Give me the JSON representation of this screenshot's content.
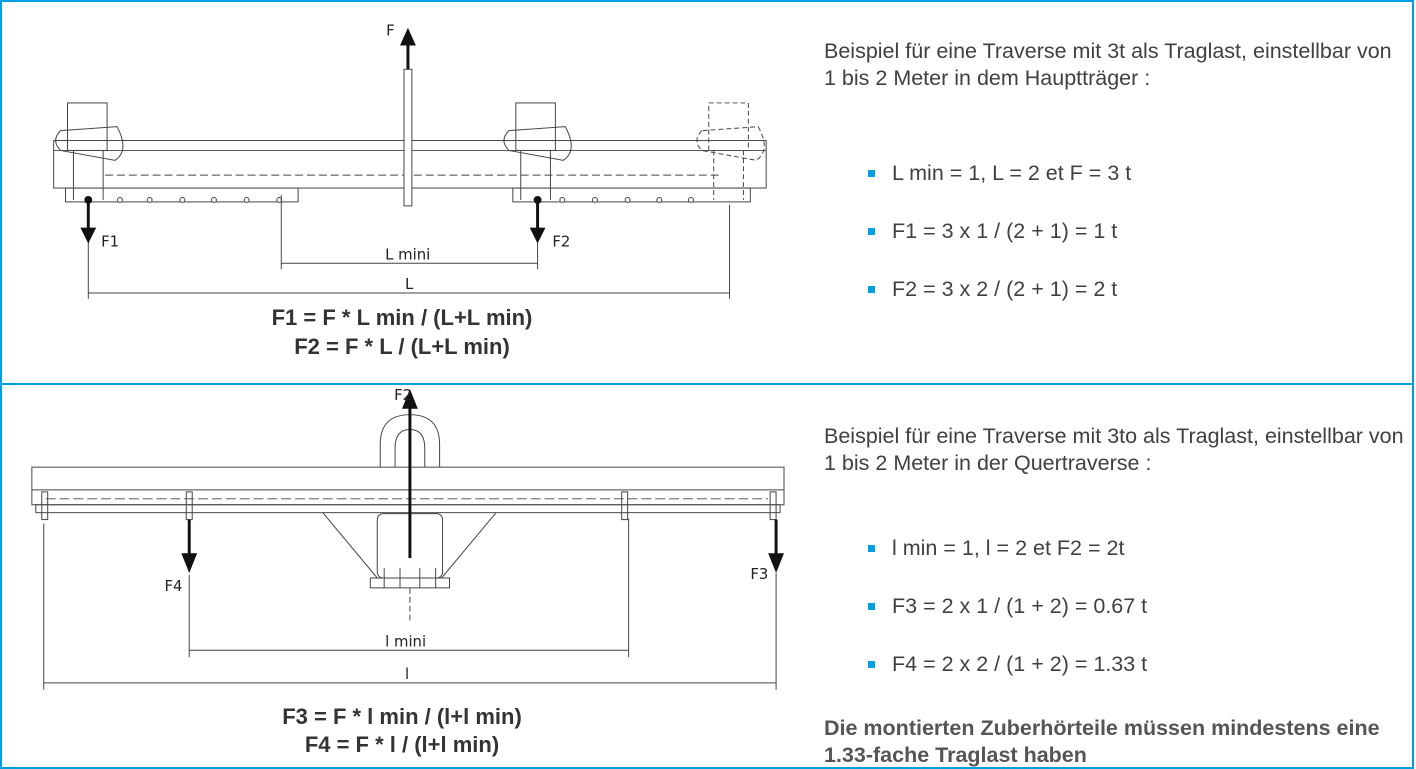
{
  "panel1": {
    "labels": {
      "force": "F",
      "f1": "F1",
      "f2": "F2",
      "lmini": "L mini",
      "l": "L"
    },
    "formula_line1": "F1 = F * L min / (L+L min)",
    "formula_line2": "F2 = F * L / (L+L min)",
    "description": "Beispiel für eine Traverse mit 3t als Traglast, einstellbar von 1 bis 2 Meter in dem Hauptträger :",
    "bullets": [
      "L min = 1, L = 2 et F = 3 t",
      "F1 = 3 x 1 / (2 + 1) = 1 t",
      "F2 = 3 x 2 / (2 + 1) = 2 t"
    ]
  },
  "panel2": {
    "labels": {
      "force": "F2",
      "f3": "F3",
      "f4": "F4",
      "lmini": "l mini",
      "l": "l"
    },
    "formula_line1": "F3 = F * l min / (l+l min)",
    "formula_line2": "F4 = F * l / (l+l min)",
    "description": "Beispiel für eine Traverse mit 3to als Traglast, einstellbar von 1 bis 2 Meter in der Quertraverse :",
    "bullets": [
      "l min = 1, l = 2 et F2 = 2t",
      "F3 = 2 x 1 / (1 + 2) = 0.67 t",
      "F4 = 2 x 2 / (1 + 2) = 1.33 t"
    ],
    "note": "Die montierten Zuberhörteile müssen mindestens eine 1.33-fache Traglast haben"
  },
  "colors": {
    "frame": "#009fe3",
    "bullet": "#009fe3"
  }
}
